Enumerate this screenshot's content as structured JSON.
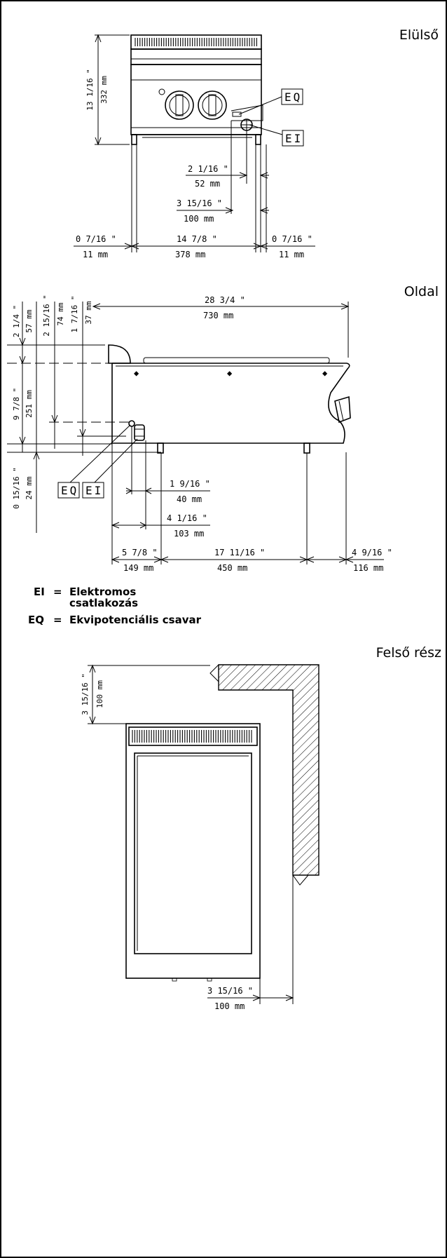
{
  "views": {
    "front": "Elülső",
    "side": "Oldal",
    "top": "Felső rész"
  },
  "tags": {
    "eq": "EQ",
    "ei": "EI"
  },
  "front_dims": {
    "height_in": "13 1/16 \"",
    "height_mm": "332 mm",
    "d1_in": "2 1/16 \"",
    "d1_mm": "52 mm",
    "d2_in": "3 15/16 \"",
    "d2_mm": "100 mm",
    "left_in": "0 7/16 \"",
    "left_mm": "11 mm",
    "width_in": "14 7/8 \"",
    "width_mm": "378 mm",
    "right_in": "0 7/16 \"",
    "right_mm": "11 mm"
  },
  "side_dims": {
    "v1_in": "2 1/4 \"",
    "v1_mm": "57 mm",
    "v2_in": "2 15/16 \"",
    "v2_mm": "74 mm",
    "v3_in": "1 7/16 \"",
    "v3_mm": "37 mm",
    "v4_in": "9 7/8 \"",
    "v4_mm": "251 mm",
    "v5_in": "0 15/16 \"",
    "v5_mm": "24 mm",
    "depth_in": "28 3/4 \"",
    "depth_mm": "730 mm",
    "h1_in": "1 9/16 \"",
    "h1_mm": "40 mm",
    "h2_in": "4 1/16 \"",
    "h2_mm": "103 mm",
    "b1_in": "5 7/8 \"",
    "b1_mm": "149 mm",
    "b2_in": "17 11/16 \"",
    "b2_mm": "450 mm",
    "b3_in": "4 9/16 \"",
    "b3_mm": "116 mm"
  },
  "legend": {
    "ei_code": "EI",
    "eq_code": "EQ",
    "eq_sign": "=",
    "ei_text_1": "Elektromos",
    "ei_text_2": "csatlakozás",
    "eq_text": "Ekvipotenciális csavar"
  },
  "top_dims": {
    "back_in": "3 15/16 \"",
    "back_mm": "100 mm",
    "side_in": "3 15/16 \"",
    "side_mm": "100 mm"
  }
}
